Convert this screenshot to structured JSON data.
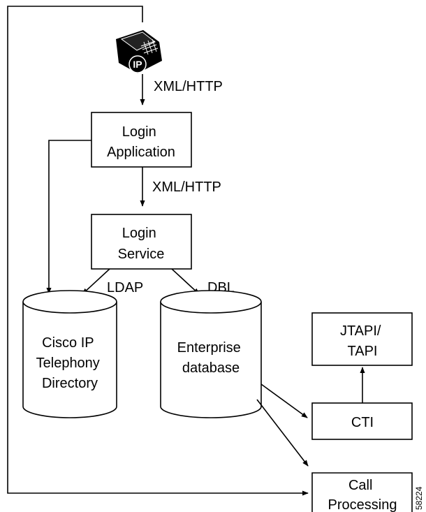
{
  "phone": {
    "badge": "IP"
  },
  "labels": {
    "xml_http_1": "XML/HTTP",
    "xml_http_2": "XML/HTTP",
    "ldap": "LDAP",
    "dbl": "DBL"
  },
  "boxes": {
    "login_application": [
      "Login",
      "Application"
    ],
    "login_service": [
      "Login",
      "Service"
    ],
    "jtapi_tapi": [
      "JTAPI/",
      "TAPI"
    ],
    "cti": [
      "CTI"
    ],
    "call_processing": [
      "Call",
      "Processing"
    ]
  },
  "databases": {
    "directory": [
      "Cisco IP",
      "Telephony",
      "Directory"
    ],
    "enterprise": [
      "Enterprise",
      "database"
    ]
  },
  "figure_id": "58224"
}
